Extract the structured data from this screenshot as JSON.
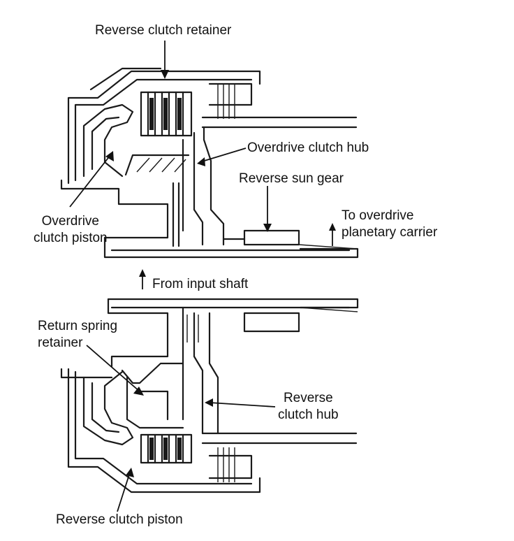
{
  "labels": {
    "reverse_clutch_retainer": "Reverse clutch retainer",
    "overdrive_clutch_hub": "Overdrive clutch hub",
    "reverse_sun_gear": "Reverse sun gear",
    "to_overdrive_planetary_carrier": "To overdrive\nplanetary carrier",
    "overdrive_clutch_piston": "Overdrive\nclutch piston",
    "from_input_shaft": "From input shaft",
    "return_spring_retainer": "Return spring\nretainer",
    "reverse_clutch_hub": "Reverse\nclutch hub",
    "reverse_clutch_piston": "Reverse clutch piston"
  }
}
